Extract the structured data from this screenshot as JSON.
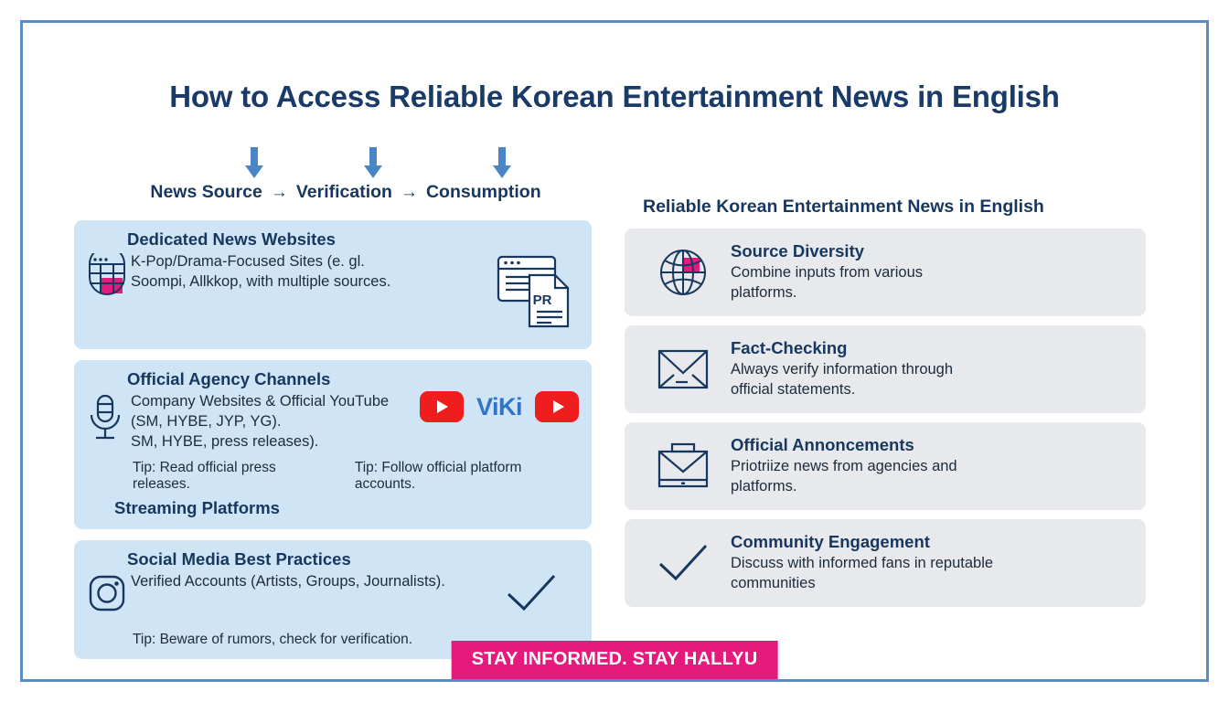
{
  "title": "How to Access Reliable Korean Entertainment News in English",
  "colors": {
    "border": "#5b8cc4",
    "navy": "#17375e",
    "left_card_bg": "#cfe5f6",
    "right_card_bg": "#e7e9ec",
    "accent_pink": "#e6197d",
    "youtube_red": "#ef1d1d",
    "viki_blue": "#2f74c6"
  },
  "flow": {
    "steps": [
      {
        "label": "News Source",
        "icon": "down-arrow-icon"
      },
      {
        "label": "Verification",
        "icon": "down-arrow-icon"
      },
      {
        "label": "Consumption",
        "icon": "down-arrow-icon"
      }
    ],
    "separator": "→"
  },
  "left_column": {
    "cards": [
      {
        "title": "Dedicated News Websites",
        "icon": "browser-globe-icon",
        "text": "K-Pop/Drama-Focused Sites (e. gl. Soompi, Allkkop, with multiple sources.",
        "right_icon": "press-release-document-icon",
        "right_icon_label": "PR"
      },
      {
        "title": "Official Agency Channels",
        "icon": "microphone-icon",
        "text_lines": [
          "Company Websites & Official YouTube",
          "(SM, HYBE, JYP, YG).",
          "SM, HYBE, press releases)."
        ],
        "platforms": [
          {
            "name": "youtube-logo",
            "label": ""
          },
          {
            "name": "viki-logo",
            "label": "ViKi"
          },
          {
            "name": "youtube-logo",
            "label": ""
          }
        ],
        "tip_left": "Tip: Read official press releases.",
        "tip_right": "Tip: Follow official platform accounts.",
        "subtitle": "Streaming Platforms"
      },
      {
        "title": "Social Media Best Practices",
        "icon": "instagram-icon",
        "text": "Verified Accounts (Artists, Groups, Journalists).",
        "right_icon": "checkmark-icon",
        "tip": "Tip: Beware of rumors, check for verification."
      }
    ]
  },
  "right_column": {
    "heading": "Reliable Korean Entertainment News in English",
    "cards": [
      {
        "title": "Source Diversity",
        "desc": "Combine inputs from various platforms.",
        "icon": "globe-icon"
      },
      {
        "title": "Fact-Checking",
        "desc": "Always verify information through official statements.",
        "icon": "envelope-icon"
      },
      {
        "title": "Official Annoncements",
        "desc": "Priotriize news from agencies and platforms.",
        "icon": "envelope-briefcase-icon"
      },
      {
        "title": "Community Engagement",
        "desc": "Discuss with informed fans in reputable communities",
        "icon": "checkmark-icon"
      }
    ]
  },
  "banner": {
    "text": "STAY INFORMED. STAY HALLYU"
  }
}
